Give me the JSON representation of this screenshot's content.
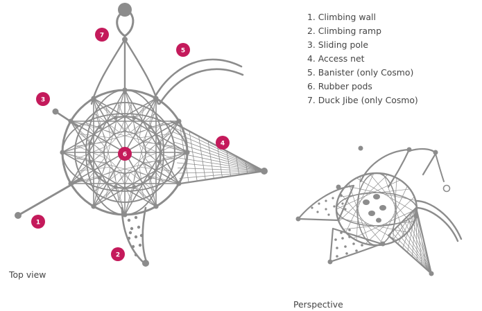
{
  "legend": [
    {
      "number": "1",
      "text": "1. Climbing wall"
    },
    {
      "number": "2",
      "text": "2. Climbing ramp"
    },
    {
      "number": "3",
      "text": "3. Sliding pole"
    },
    {
      "number": "4",
      "text": "4. Access net"
    },
    {
      "number": "5",
      "text": "5. Banister (only Cosmo)"
    },
    {
      "number": "6",
      "text": "6. Rubber pods"
    },
    {
      "number": "7",
      "text": "7. Duck Jibe (only Cosmo)"
    }
  ],
  "captions": {
    "top_view": "Top view",
    "perspective": "Perspective"
  },
  "colors": {
    "structure": "#8c8c8c",
    "badge": "#c41a5b",
    "text": "#444444"
  }
}
